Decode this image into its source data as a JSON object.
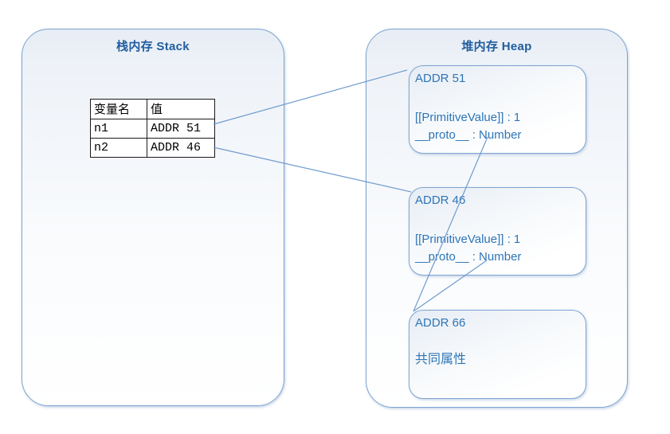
{
  "stack": {
    "title": "栈内存 Stack",
    "table": {
      "headers": [
        "变量名",
        "值"
      ],
      "rows": [
        {
          "name": "n1",
          "value": "ADDR 51"
        },
        {
          "name": "n2",
          "value": "ADDR 46"
        }
      ]
    }
  },
  "heap": {
    "title": "堆内存 Heap",
    "objects": [
      {
        "address": "ADDR 51",
        "properties": [
          "[[PrimitiveValue]] : 1",
          "__proto__ : Number"
        ]
      },
      {
        "address": "ADDR 46",
        "properties": [
          "[[PrimitiveValue]] : 1",
          "__proto__ : Number"
        ]
      },
      {
        "address": "ADDR 66",
        "properties": [
          "共同属性"
        ]
      }
    ]
  },
  "connections": [
    {
      "from": "n1",
      "to": "ADDR 51"
    },
    {
      "from": "n2",
      "to": "ADDR 46"
    },
    {
      "from": "ADDR 51 __proto__",
      "to": "ADDR 66"
    },
    {
      "from": "ADDR 46 __proto__",
      "to": "ADDR 66"
    }
  ],
  "colors": {
    "box_border": "#7ca3cf",
    "title_text": "#215d9e",
    "heap_text": "#2e75b6",
    "connector": "#6f9ccd",
    "table_border": "#1a1a1a",
    "table_text": "#000000"
  }
}
